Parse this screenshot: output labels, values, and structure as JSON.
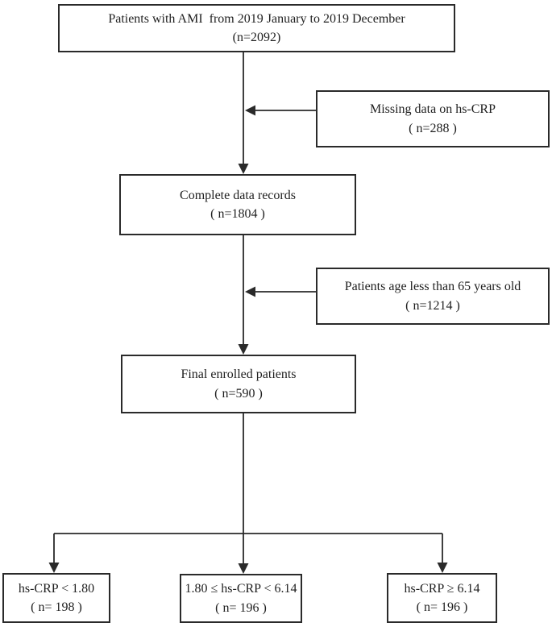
{
  "nodes": {
    "ami": {
      "line1": "Patients with AMI  from 2019 January to 2019 December",
      "line2": "(n=2092)"
    },
    "missing": {
      "line1": "Missing data on hs-CRP",
      "line2": "( n=288 )"
    },
    "complete": {
      "line1": "Complete data records",
      "line2": "( n=1804 )"
    },
    "age": {
      "line1": "Patients age less than 65 years old",
      "line2": "( n=1214 )"
    },
    "final": {
      "line1": "Final enrolled patients",
      "line2": "( n=590 )"
    },
    "low": {
      "line1": "hs-CRP < 1.80",
      "line2": "( n= 198 )"
    },
    "mid": {
      "line1": "1.80 ≤ hs-CRP < 6.14",
      "line2": "( n= 196 )"
    },
    "high": {
      "line1": "hs-CRP ≥ 6.14",
      "line2": "( n= 196 )"
    }
  },
  "colors": {
    "line": "#2a2a2a",
    "border": "#2a2a2a",
    "text": "#1f1f1f",
    "background": "#ffffff"
  }
}
